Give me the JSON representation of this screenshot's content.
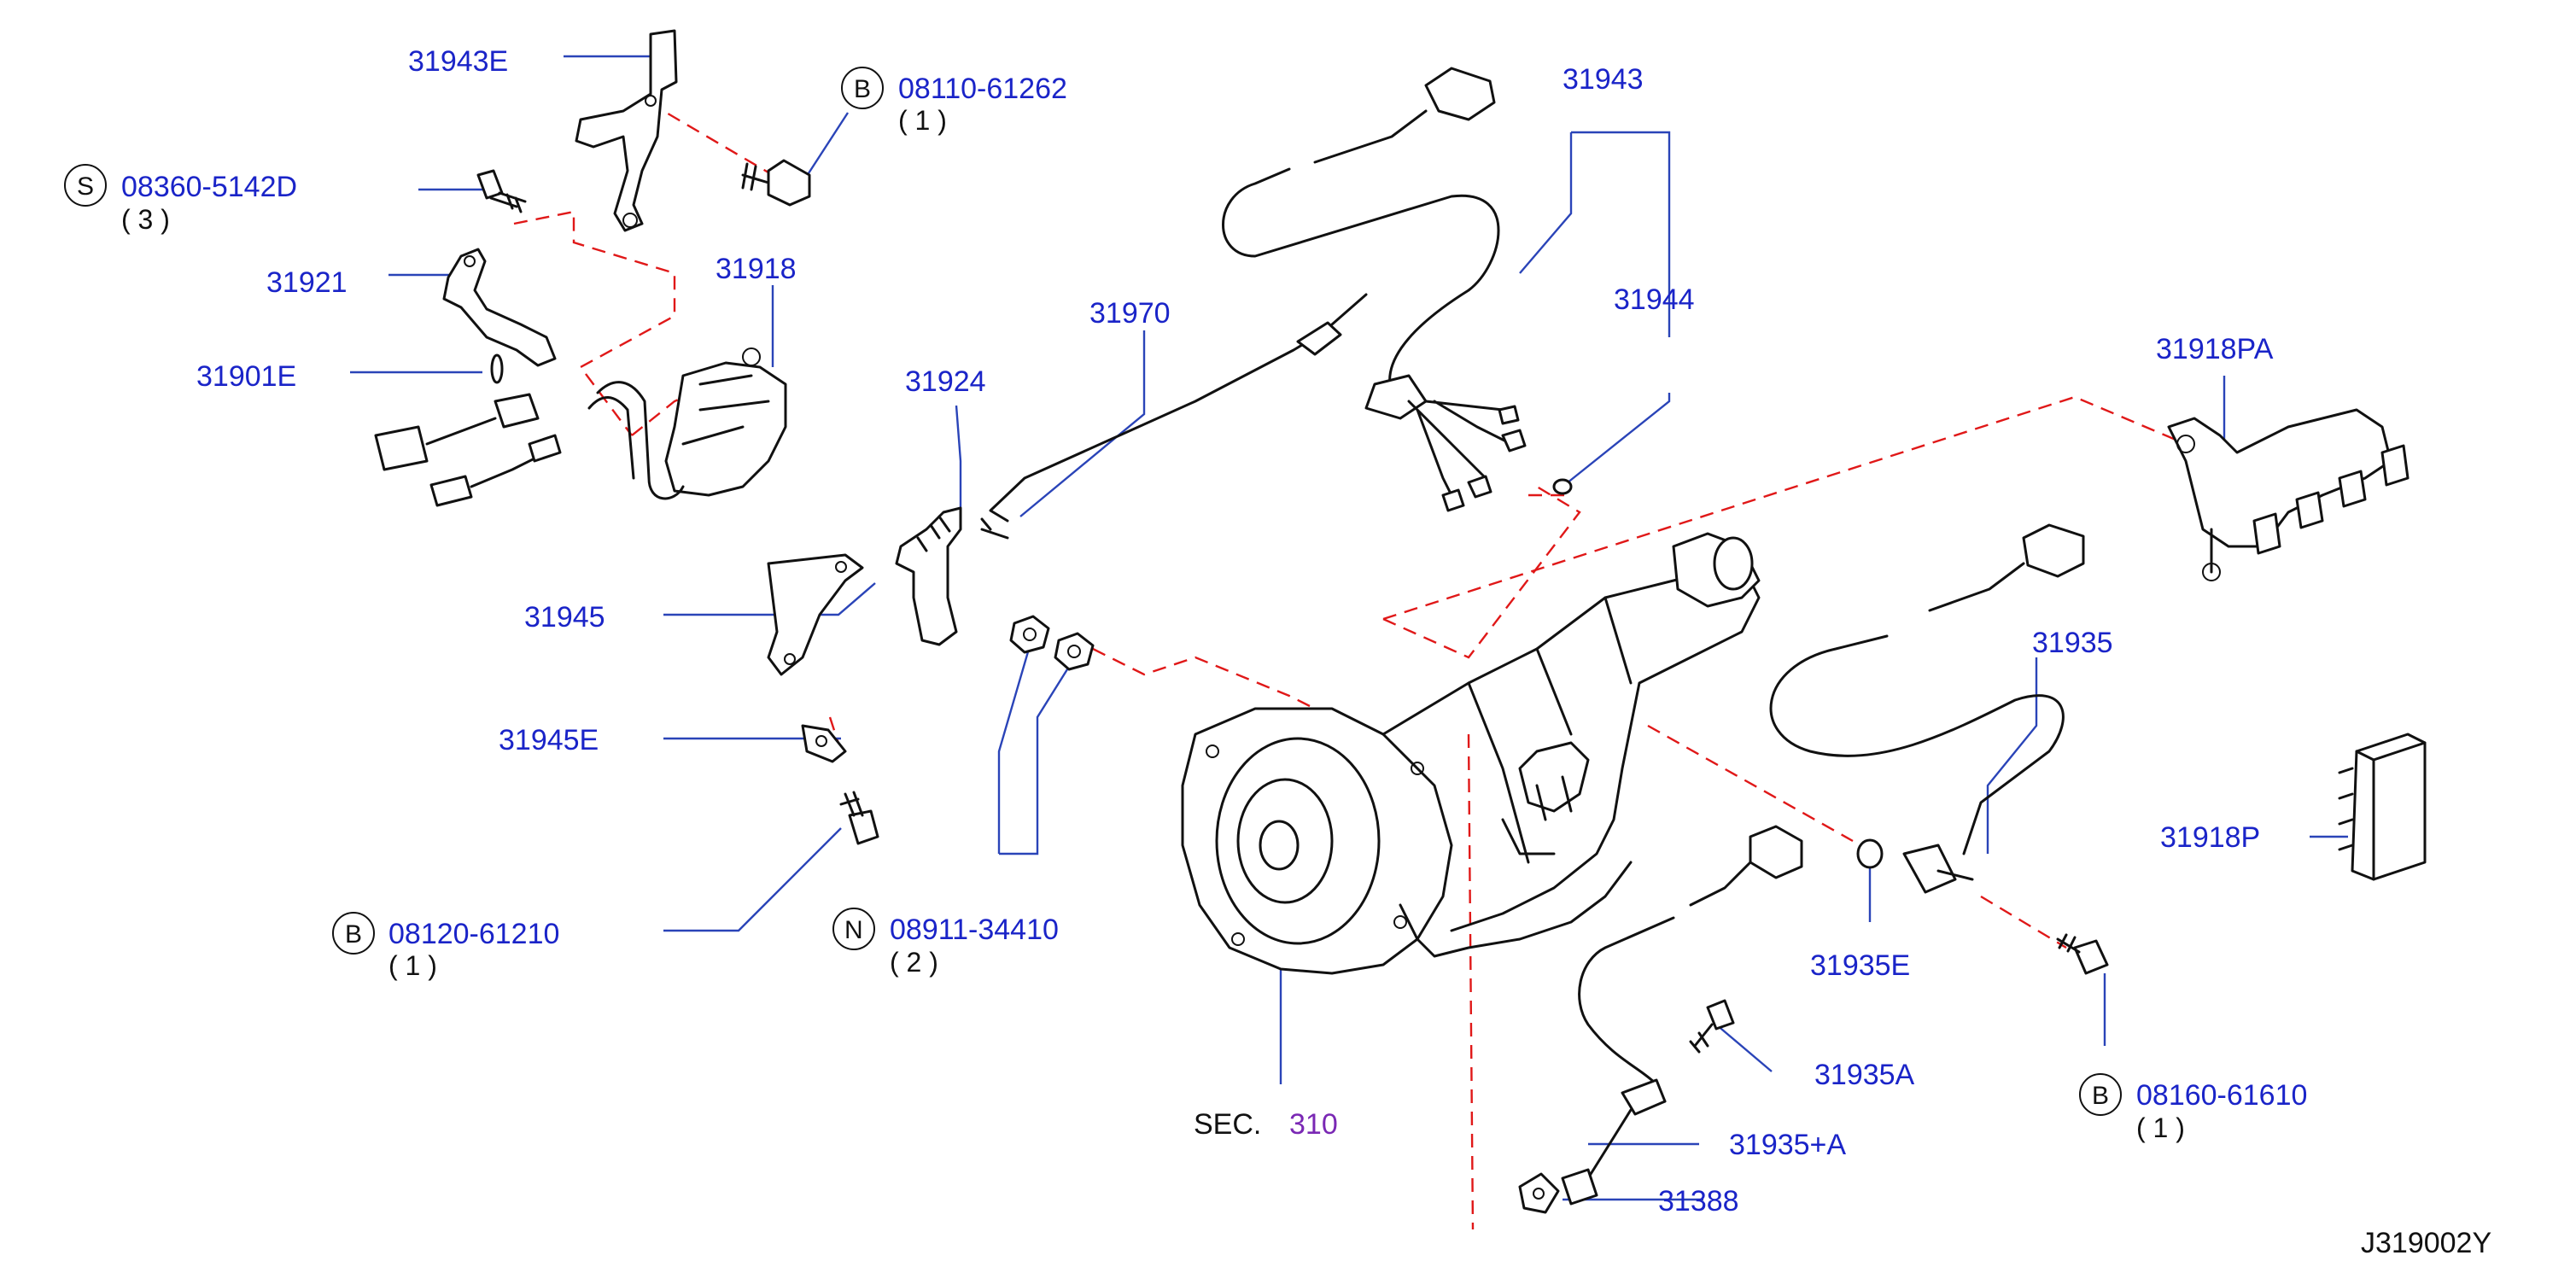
{
  "labels": {
    "p31943E": "31943E",
    "p31921": "31921",
    "p31918": "31918",
    "p31901E": "31901E",
    "p31945": "31945",
    "p31945E": "31945E",
    "p31924": "31924",
    "p31970": "31970",
    "p31943": "31943",
    "p31944": "31944",
    "p31918PA": "31918PA",
    "p31935": "31935",
    "p31918P": "31918P",
    "p31935E": "31935E",
    "p31935A": "31935A",
    "p31935pA": "31935+A",
    "p31388": "31388"
  },
  "bolts": [
    {
      "symbol": "B",
      "code": "08110-61262",
      "qty": "( 1 )"
    },
    {
      "symbol": "S",
      "code": "08360-5142D",
      "qty": "( 3 )"
    },
    {
      "symbol": "B",
      "code": "08120-61210",
      "qty": "( 1 )"
    },
    {
      "symbol": "N",
      "code": "08911-34410",
      "qty": "( 2 )"
    },
    {
      "symbol": "B",
      "code": "08160-61610",
      "qty": "( 1 )"
    }
  ],
  "section": {
    "prefix": "SEC.",
    "number": "310"
  },
  "diagram_id": "J319002Y",
  "colors": {
    "label": "#1a24c8",
    "leader": "#2a44b8",
    "dashed": "#e01818",
    "section": "#7a28b4",
    "ink": "#111111"
  }
}
